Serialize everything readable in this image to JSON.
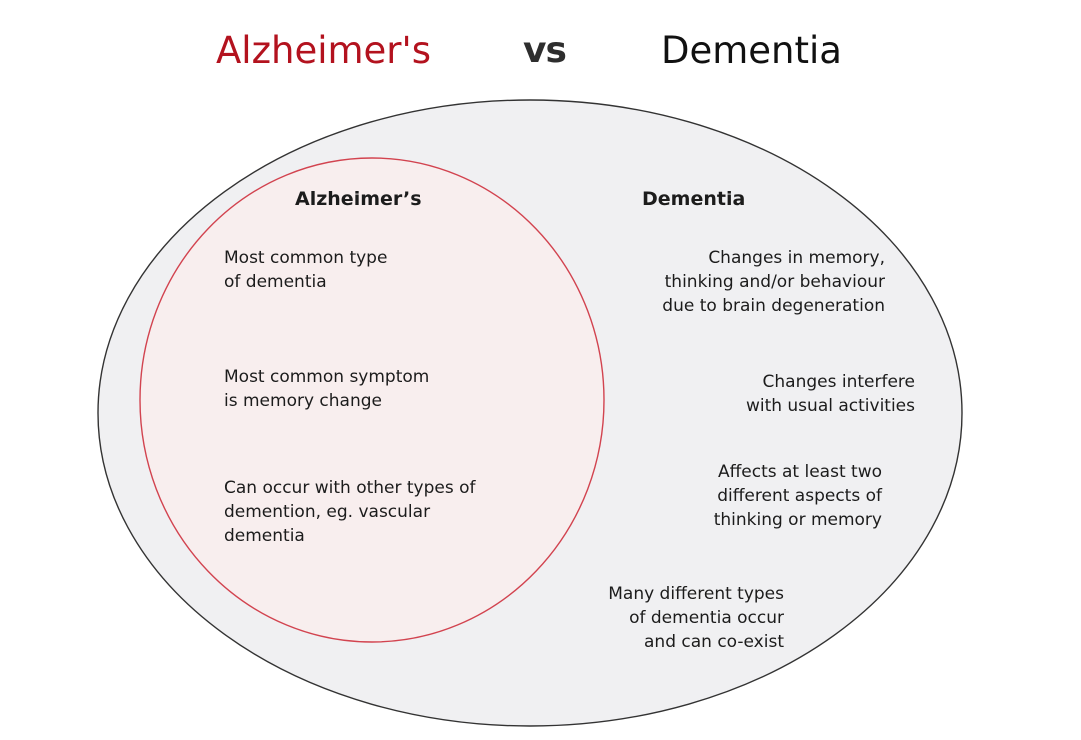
{
  "title": {
    "left": "Alzheimer's",
    "vs": "vs",
    "right": "Dementia",
    "left_color": "#b3121e",
    "right_color": "#111111"
  },
  "diagram": {
    "outer": {
      "heading": "Dementia",
      "fill": "#f0f0f2",
      "stroke": "#333333",
      "items": [
        {
          "lines": [
            "Changes in memory,",
            "thinking and/or behaviour",
            "due to brain degeneration"
          ]
        },
        {
          "lines": [
            "Changes interfere",
            "with usual activities"
          ]
        },
        {
          "lines": [
            "Affects at least two",
            "different aspects of",
            "thinking or memory"
          ]
        },
        {
          "lines": [
            "Many different types",
            "of dementia occur",
            "and can co-exist"
          ]
        }
      ]
    },
    "inner": {
      "heading": "Alzheimer’s",
      "fill": "#f8eeee",
      "stroke": "#d2434f",
      "items": [
        {
          "lines": [
            "Most common type",
            "of dementia"
          ]
        },
        {
          "lines": [
            "Most common symptom",
            "is memory change"
          ]
        },
        {
          "lines": [
            "Can occur with other types of",
            "demention, eg. vascular",
            "dementia"
          ]
        }
      ]
    }
  }
}
